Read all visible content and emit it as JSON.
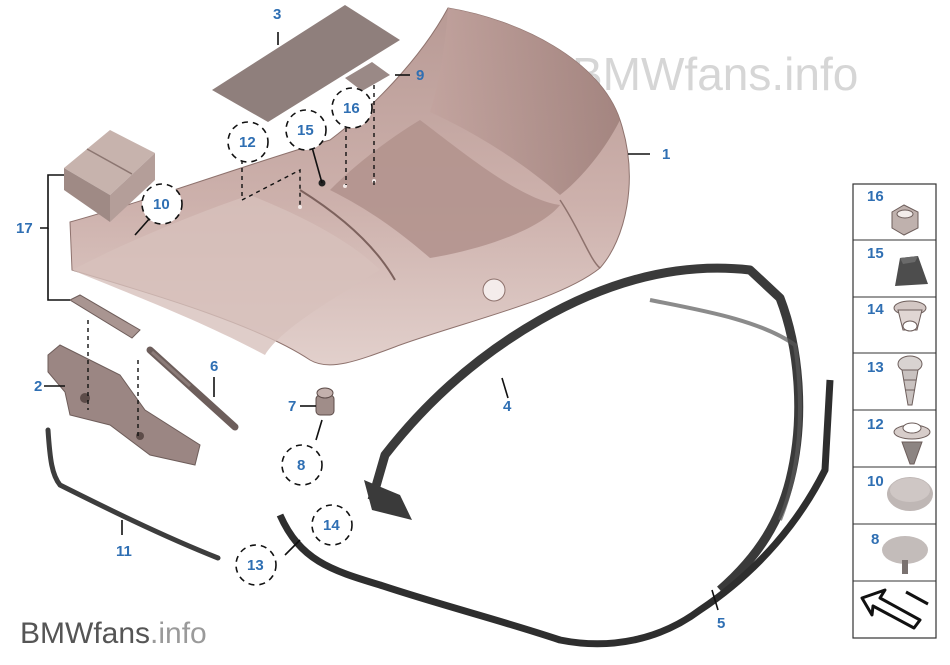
{
  "watermark": {
    "top": "BMWfans.info",
    "bottom_name": "BMWfans",
    "bottom_tld": ".info"
  },
  "callouts": {
    "c1": "1",
    "c2": "2",
    "c3": "3",
    "c4": "4",
    "c5": "5",
    "c6": "6",
    "c7": "7",
    "c8": "8",
    "c9": "9",
    "c10": "10",
    "c11": "11",
    "c12": "12",
    "c13": "13",
    "c14": "14",
    "c15": "15",
    "c16": "16",
    "c17": "17"
  },
  "legend": {
    "items": [
      {
        "label": "16",
        "icon": "nut-icon"
      },
      {
        "label": "15",
        "icon": "rubber-buffer-icon"
      },
      {
        "label": "14",
        "icon": "expanding-rivet-icon"
      },
      {
        "label": "13",
        "icon": "push-rivet-icon"
      },
      {
        "label": "12",
        "icon": "clip-icon"
      },
      {
        "label": "10",
        "icon": "plug-icon"
      },
      {
        "label": "8",
        "icon": "stop-buffer-icon"
      }
    ],
    "nav_icon": "arrow-icon"
  },
  "colors": {
    "callout": "#2f6fb3",
    "lid": "#c9aaa5",
    "lid_dark": "#a88781",
    "seal": "#3a3a3a"
  }
}
